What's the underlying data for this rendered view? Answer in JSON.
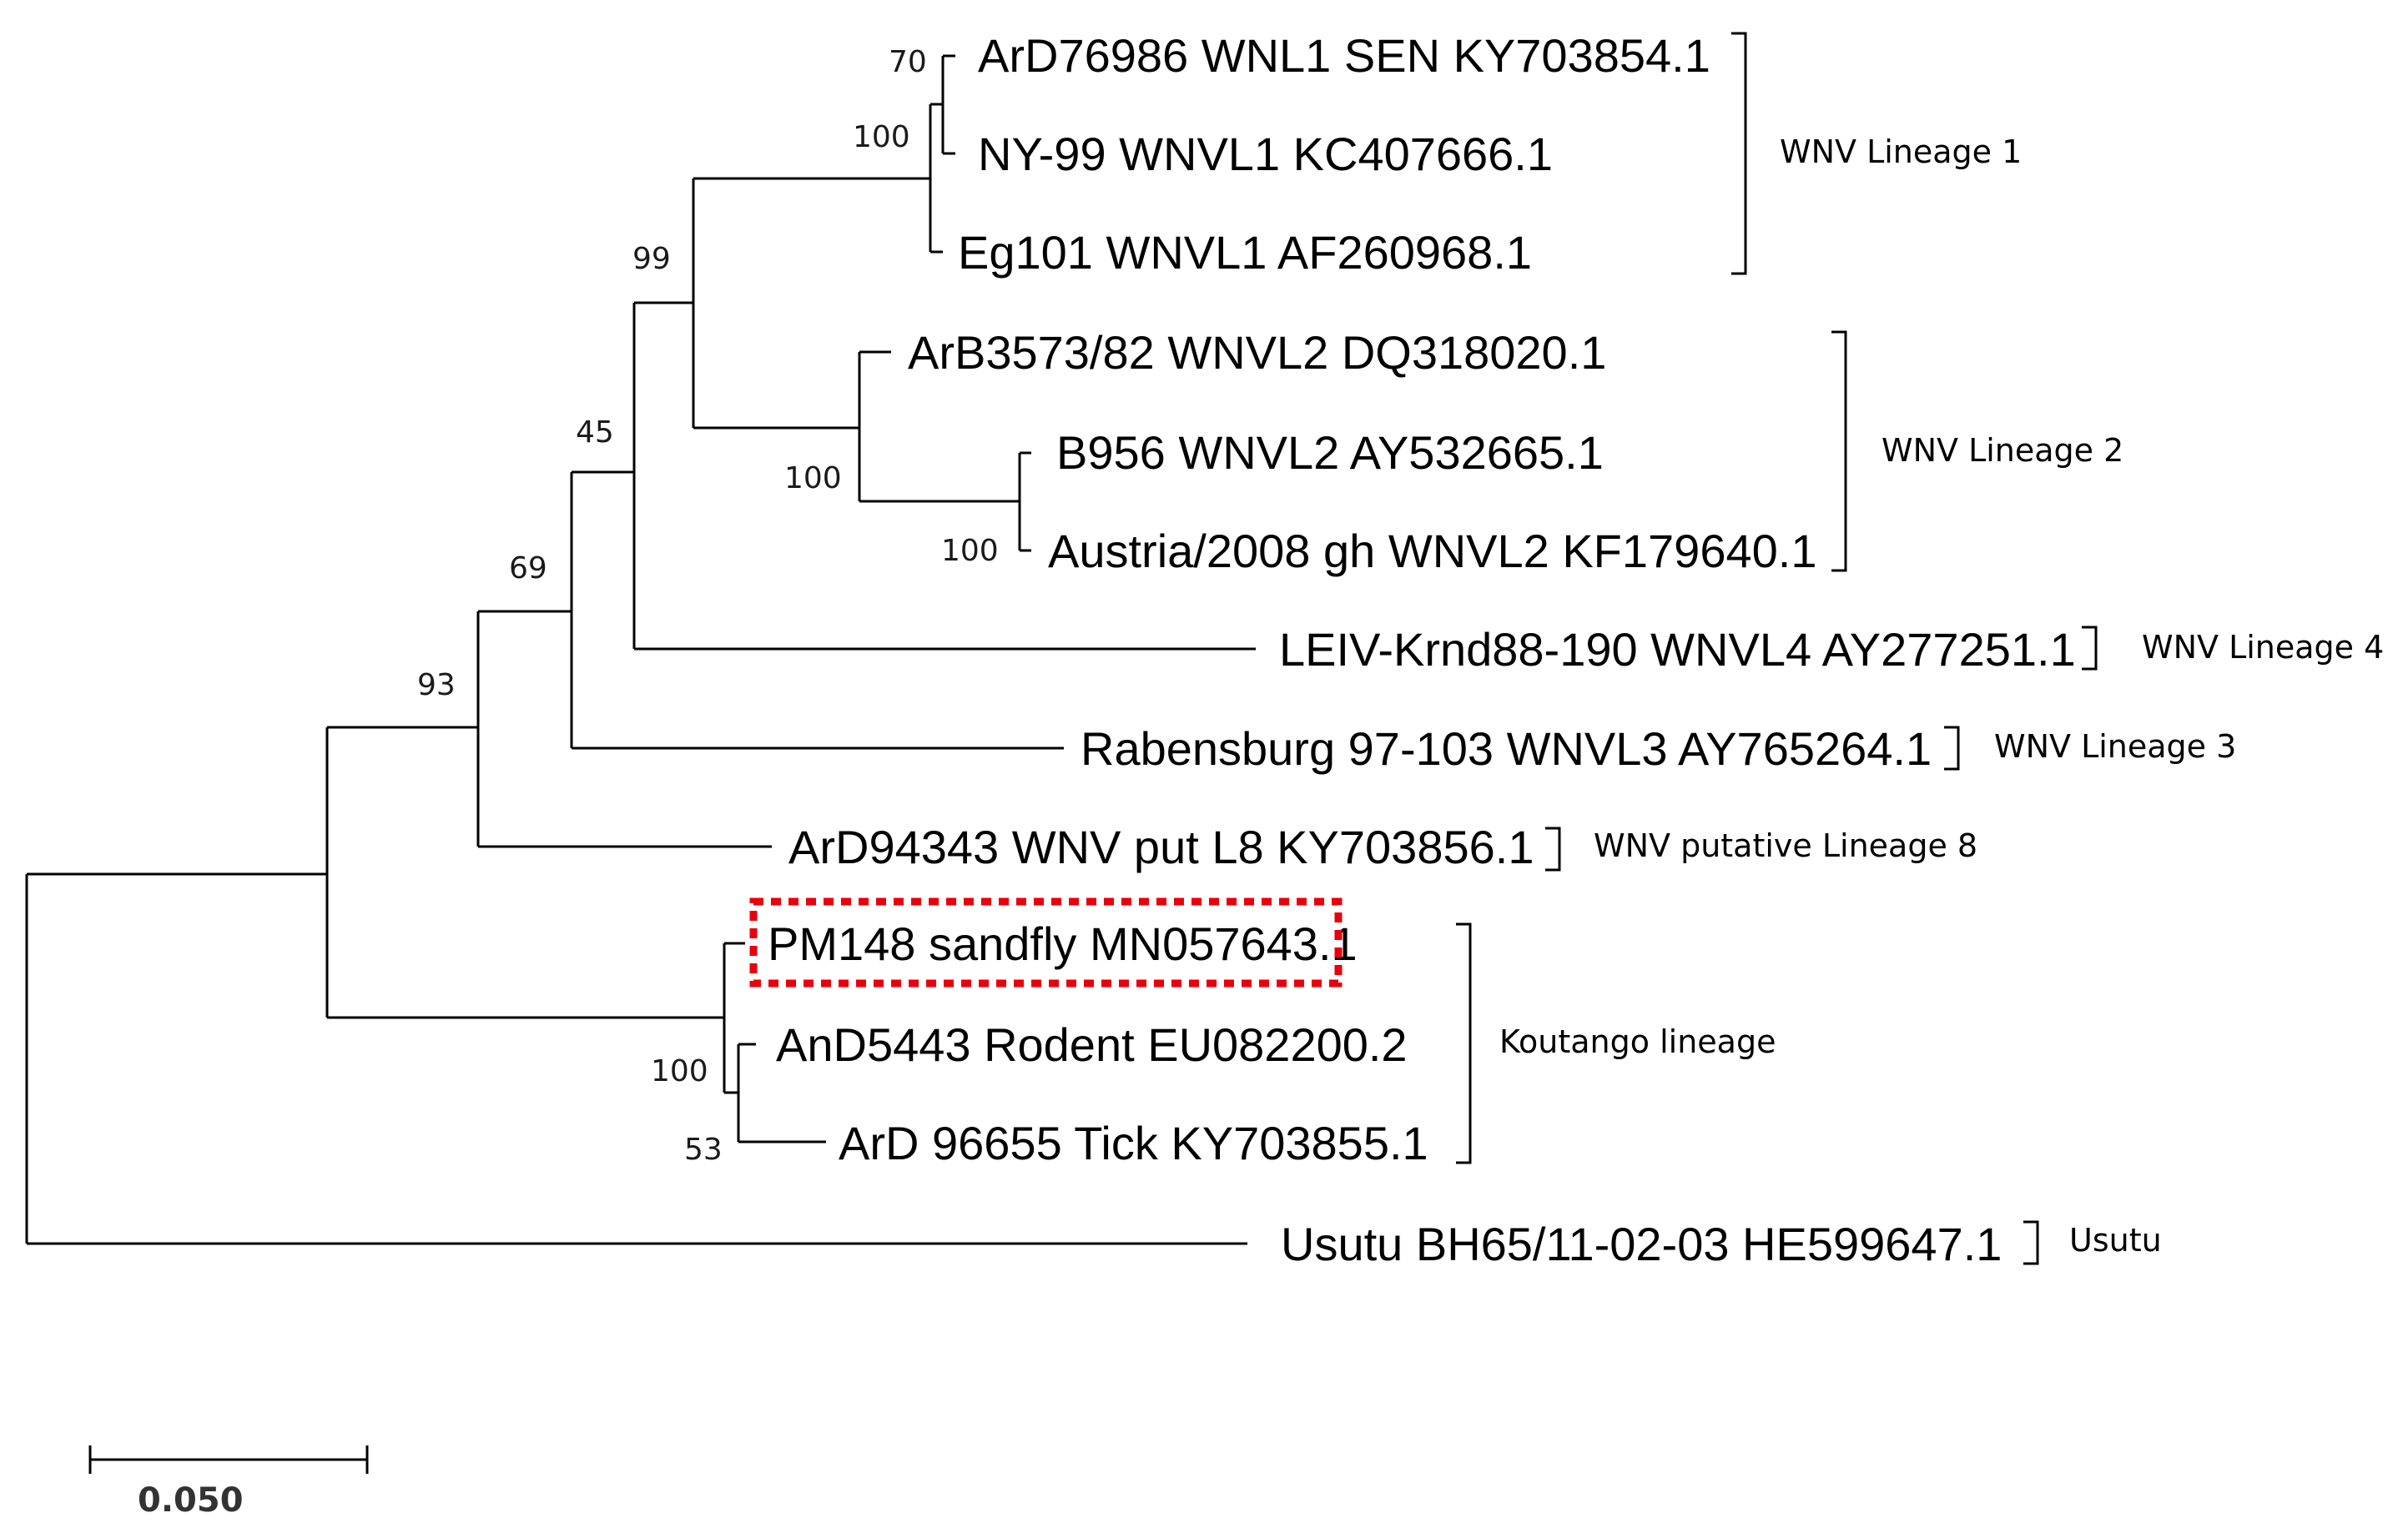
{
  "taxa": [
    "ArD76986 WNL1 SEN KY703854.1",
    "NY-99 WNVL1 KC407666.1",
    "Eg101 WNVL1 AF260968.1",
    "ArB3573/82 WNVL2 DQ318020.1",
    "B956 WNVL2 AY532665.1",
    "Austria/2008 gh WNVL2 KF179640.1",
    "LEIV-Krnd88-190 WNVL4 AY277251.1",
    "Rabensburg 97-103 WNVL3 AY765264.1",
    "ArD94343 WNV put L8 KY703856.1",
    "PM148 sandfly MN057643.1",
    "AnD5443 Rodent EU082200.2",
    "ArD 96655 Tick KY703855.1",
    "Usutu BH65/11-02-03 HE599647.1"
  ],
  "bootstrap": [
    "70",
    "100",
    "99",
    "100",
    "100",
    "45",
    "69",
    "93",
    "100",
    "53"
  ],
  "clades": [
    "WNV Lineage 1",
    "WNV Lineage 2",
    "WNV Lineage 4",
    "WNV Lineage 3",
    "WNV putative Lineage 8",
    "Koutango lineage",
    "Usutu"
  ],
  "scale_bar": {
    "label": "0.050"
  },
  "highlight": {
    "taxon": "PM148 sandfly MN057643.1",
    "color": "#e8000b",
    "style": "dashed box"
  },
  "colors": {
    "lines": "#000000",
    "text": "#000000"
  }
}
